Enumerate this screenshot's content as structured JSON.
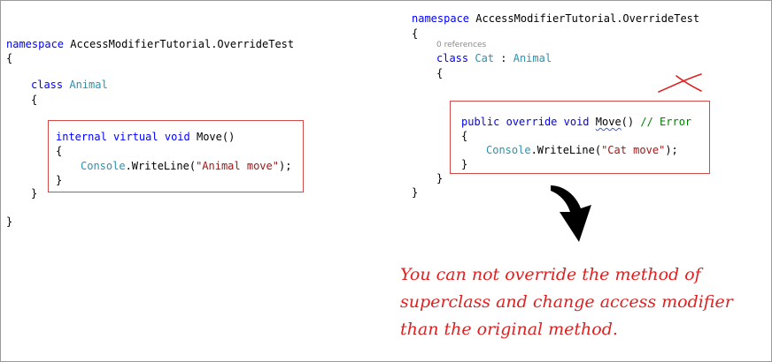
{
  "colors": {
    "keyword": "#0000ff",
    "type": "#2b91af",
    "string": "#a31515",
    "comment": "#008000",
    "highlight_box": "#d24a4a",
    "annotation_text": "#e02020",
    "frame_border": "#9a9a9a"
  },
  "left_code": {
    "ns_keyword": "namespace",
    "ns_name": "AccessModifierTutorial.OverrideTest",
    "brace_open": "{",
    "class_keyword": "class",
    "class_name": "Animal",
    "class_brace_open": "{",
    "m_internal": "internal",
    "m_virtual": "virtual",
    "m_void": "void",
    "m_name": "Move()",
    "m_brace_open": "{",
    "console": "Console",
    "writeline": ".WriteLine(",
    "string": "\"Animal move\"",
    "call_end": ");",
    "m_brace_close": "}",
    "class_brace_close": "}",
    "brace_close": "}"
  },
  "right_code": {
    "ns_keyword": "namespace",
    "ns_name": "AccessModifierTutorial.OverrideTest",
    "brace_open": "{",
    "references": "0 references",
    "class_keyword": "class",
    "class_name": "Cat",
    "colon": " : ",
    "base_name": "Animal",
    "class_brace_open": "{",
    "m_public": "public",
    "m_override": "override",
    "m_void": "void",
    "m_name": "Move",
    "m_parens": "()",
    "comment": "// Error",
    "m_brace_open": "{",
    "console": "Console",
    "writeline": ".WriteLine(",
    "string": "\"Cat move\"",
    "call_end": ");",
    "m_brace_close": "}",
    "class_brace_close": "}",
    "brace_close": "}"
  },
  "annotation": {
    "line1": "You can not override the method of",
    "line2": "superclass and change access modifier",
    "line3": "than the original method."
  },
  "icons": [
    "cross-mark-icon",
    "curved-arrow-icon"
  ]
}
